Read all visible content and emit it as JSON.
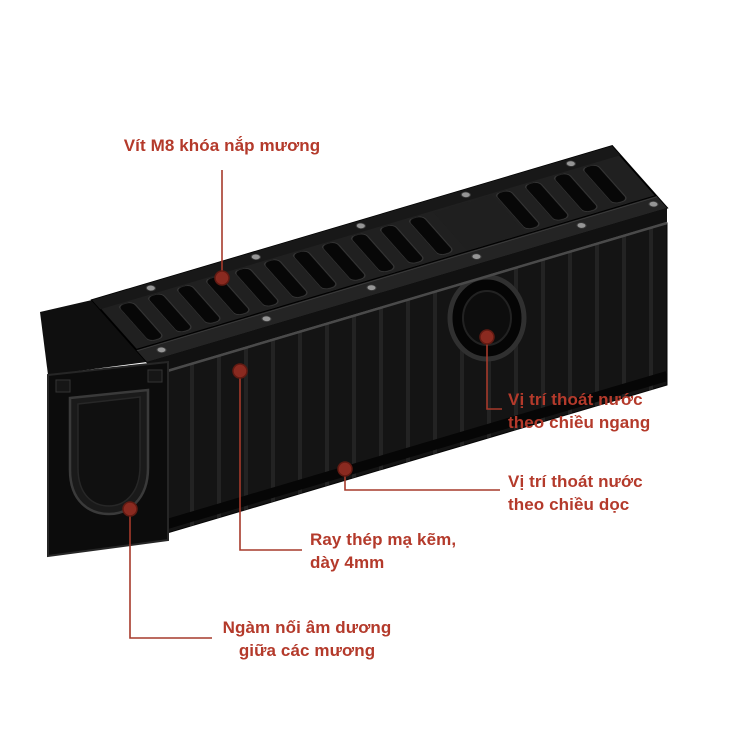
{
  "figure": {
    "type": "annotated-product-diagram",
    "subject": "drainage-channel-with-grate"
  },
  "colors": {
    "background": "#ffffff",
    "label_text": "#b43a2b",
    "leader_line": "#a63a2b",
    "marker_dot": "#8a2a20",
    "product_body": "#141414",
    "grate_surface": "#202020"
  },
  "annotations": {
    "screw": {
      "lines": [
        "Vít M8 khóa nắp mương"
      ]
    },
    "horizontal_outlet": {
      "lines": [
        "Vị trí thoát nước",
        "theo chiều ngang"
      ]
    },
    "vertical_outlet": {
      "lines": [
        "Vị trí thoát nước",
        "theo chiều dọc"
      ]
    },
    "steel_rail": {
      "lines": [
        "Ray thép mạ kẽm,",
        "dày 4mm"
      ]
    },
    "joint": {
      "lines": [
        "Ngàm nối âm dương",
        "giữa các mương"
      ]
    }
  }
}
